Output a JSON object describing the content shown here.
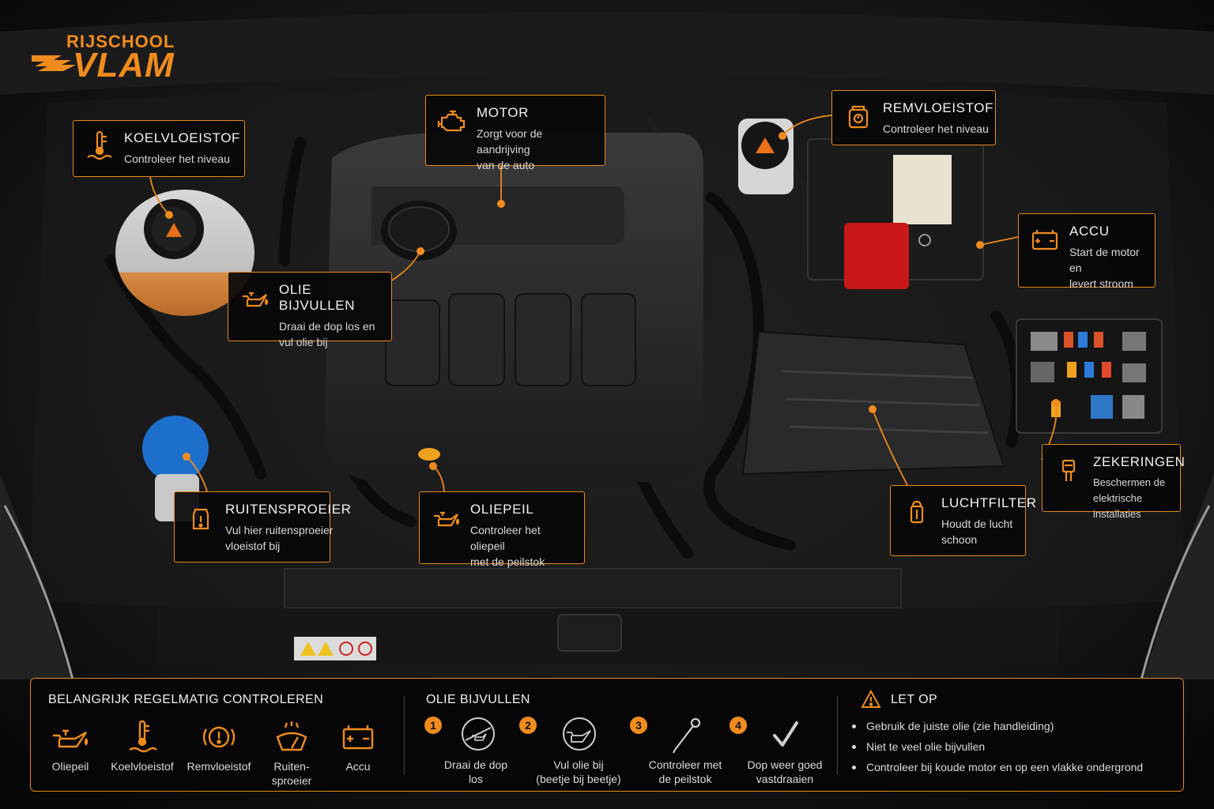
{
  "brand": {
    "line1": "RIJSCHOOL",
    "line2": "VLAM"
  },
  "colors": {
    "accent": "#f08c1e",
    "panel_bg": "#060607",
    "text": "#e8e8e8"
  },
  "callouts": {
    "koelvloeistof": {
      "title": "KOELVLOEISTOF",
      "desc": "Controleer het niveau",
      "icon": "coolant-thermometer-icon"
    },
    "motor": {
      "title": "MOTOR",
      "desc": "Zorgt voor de aandrijving\nvan de auto",
      "icon": "engine-icon"
    },
    "remvloeistof": {
      "title": "REMVLOEISTOF",
      "desc": "Controleer het niveau",
      "icon": "brake-fluid-icon"
    },
    "accu": {
      "title": "ACCU",
      "desc": "Start de motor en\nlevert stroom",
      "icon": "battery-icon"
    },
    "olie_bijvullen": {
      "title": "OLIE BIJVULLEN",
      "desc": "Draai de dop los en\nvul olie bij",
      "icon": "oil-can-icon"
    },
    "zekeringen": {
      "title": "ZEKERINGEN",
      "desc": "Beschermen de\nelektrische installaties",
      "icon": "fuse-icon"
    },
    "ruitensproeier": {
      "title": "RUITENSPROEIER",
      "desc": "Vul hier ruitensproeier\nvloeistof bij",
      "icon": "washer-fluid-icon"
    },
    "oliepeil": {
      "title": "OLIEPEIL",
      "desc": "Controleer het oliepeil\nmet de peilstok",
      "icon": "oil-can-icon"
    },
    "luchtfilter": {
      "title": "LUCHTFILTER",
      "desc": "Houdt de lucht\nschoon",
      "icon": "air-filter-icon"
    }
  },
  "panel": {
    "check": {
      "title": "BELANGRIJK REGELMATIG CONTROLEREN",
      "items": [
        {
          "label": "Oliepeil",
          "icon": "oil-can-icon"
        },
        {
          "label": "Koelvloeistof",
          "icon": "coolant-thermometer-icon"
        },
        {
          "label": "Remvloeistof",
          "icon": "brake-warning-icon"
        },
        {
          "label": "Ruiten-\nsproeier",
          "icon": "windshield-washer-icon"
        },
        {
          "label": "Accu",
          "icon": "battery-icon"
        }
      ]
    },
    "oil": {
      "title": "OLIE BIJVULLEN",
      "steps": [
        {
          "num": "1",
          "label": "Draai de dop\nlos",
          "icon": "cap-open-icon"
        },
        {
          "num": "2",
          "label": "Vul olie bij\n(beetje bij beetje)",
          "icon": "oil-fill-icon"
        },
        {
          "num": "3",
          "label": "Controleer met\nde peilstok",
          "icon": "dipstick-icon"
        },
        {
          "num": "4",
          "label": "Dop weer goed\nvastdraaien",
          "icon": "checkmark-icon"
        }
      ]
    },
    "warning": {
      "title": "LET OP",
      "items": [
        "Gebruik de juiste olie (zie handleiding)",
        "Niet te veel olie bijvullen",
        "Controleer bij koude motor en op een vlakke ondergrond"
      ]
    }
  }
}
